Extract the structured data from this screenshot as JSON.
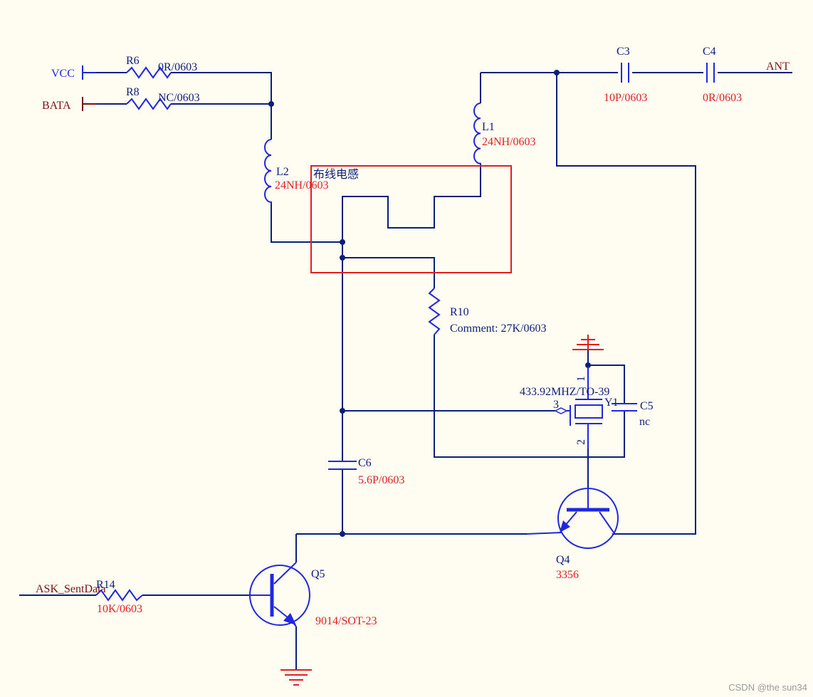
{
  "nets": {
    "vcc": "VCC",
    "bata": "BATA",
    "ant": "ANT",
    "ask": "ASK_SentData"
  },
  "components": {
    "r6": {
      "ref": "R6",
      "value": "0R/0603"
    },
    "r8": {
      "ref": "R8",
      "value": "NC/0603"
    },
    "l2": {
      "ref": "L2",
      "value": "24NH/0603"
    },
    "l1": {
      "ref": "L1",
      "value": "24NH/0603"
    },
    "c3": {
      "ref": "C3",
      "value": "10P/0603"
    },
    "c4": {
      "ref": "C4",
      "value": "0R/0603"
    },
    "r10": {
      "ref": "R10",
      "value": "Comment: 27K/0603"
    },
    "y1": {
      "ref": "Y1",
      "value": "433.92MHZ/TO-39",
      "pin1": "1",
      "pin2": "2",
      "pin3": "3"
    },
    "c5": {
      "ref": "C5",
      "value": "nc"
    },
    "c6": {
      "ref": "C6",
      "value": "5.6P/0603"
    },
    "q4": {
      "ref": "Q4",
      "value": "3356"
    },
    "q5": {
      "ref": "Q5",
      "value": "9014/SOT-23"
    },
    "r14": {
      "ref": "R14",
      "value": "10K/0603"
    }
  },
  "annotation": {
    "label": "布线电感"
  },
  "watermark": "CSDN @the sun34",
  "colors": {
    "wire": "#0a1f7a",
    "component": "#1f28e0",
    "value_text": "#e0201f",
    "port": "#7a1212",
    "background": "#fffcf2"
  }
}
